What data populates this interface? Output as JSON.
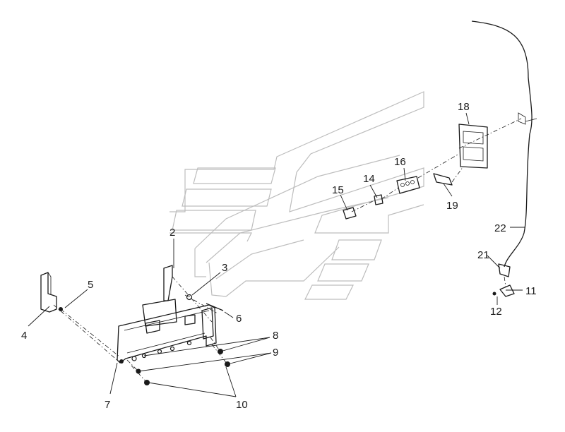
{
  "callouts": [
    {
      "id": "c2",
      "label": "2"
    },
    {
      "id": "c3",
      "label": "3"
    },
    {
      "id": "c4",
      "label": "4"
    },
    {
      "id": "c5",
      "label": "5"
    },
    {
      "id": "c6",
      "label": "6"
    },
    {
      "id": "c7",
      "label": "7"
    },
    {
      "id": "c8",
      "label": "8"
    },
    {
      "id": "c9",
      "label": "9"
    },
    {
      "id": "c10",
      "label": "10"
    },
    {
      "id": "c11",
      "label": "11"
    },
    {
      "id": "c12",
      "label": "12"
    },
    {
      "id": "c14",
      "label": "14"
    },
    {
      "id": "c15",
      "label": "15"
    },
    {
      "id": "c16",
      "label": "16"
    },
    {
      "id": "c18",
      "label": "18"
    },
    {
      "id": "c19",
      "label": "19"
    },
    {
      "id": "c21",
      "label": "21"
    },
    {
      "id": "c22",
      "label": "22"
    }
  ]
}
